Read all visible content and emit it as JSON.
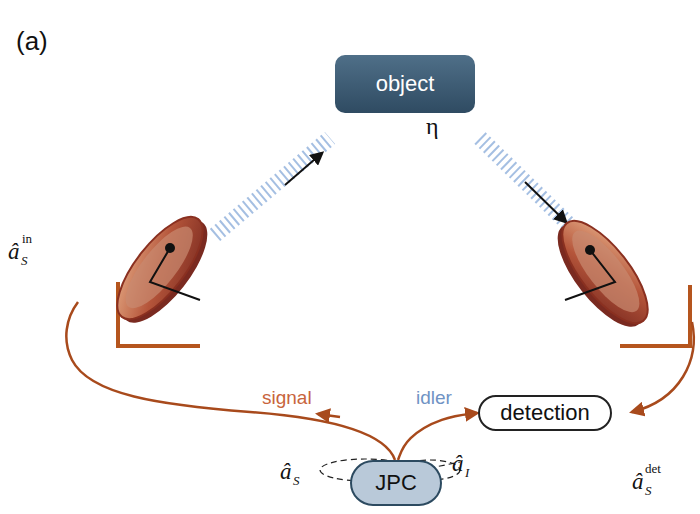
{
  "diagram": {
    "nodes": [
      {
        "text": [
          "object"
        ]
      },
      {
        "text": [
          "detection"
        ]
      },
      {
        "text": [
          "JPC"
        ]
      }
    ],
    "edges": [
      {
        "from": 2,
        "to": 1,
        "arrow": "to"
      }
    ],
    "labels": [
      "(a)",
      "η",
      "signal",
      "idler",
      "â",
      "S",
      "in",
      "â",
      "S",
      "â",
      "I",
      "â",
      "S",
      "det"
    ]
  }
}
